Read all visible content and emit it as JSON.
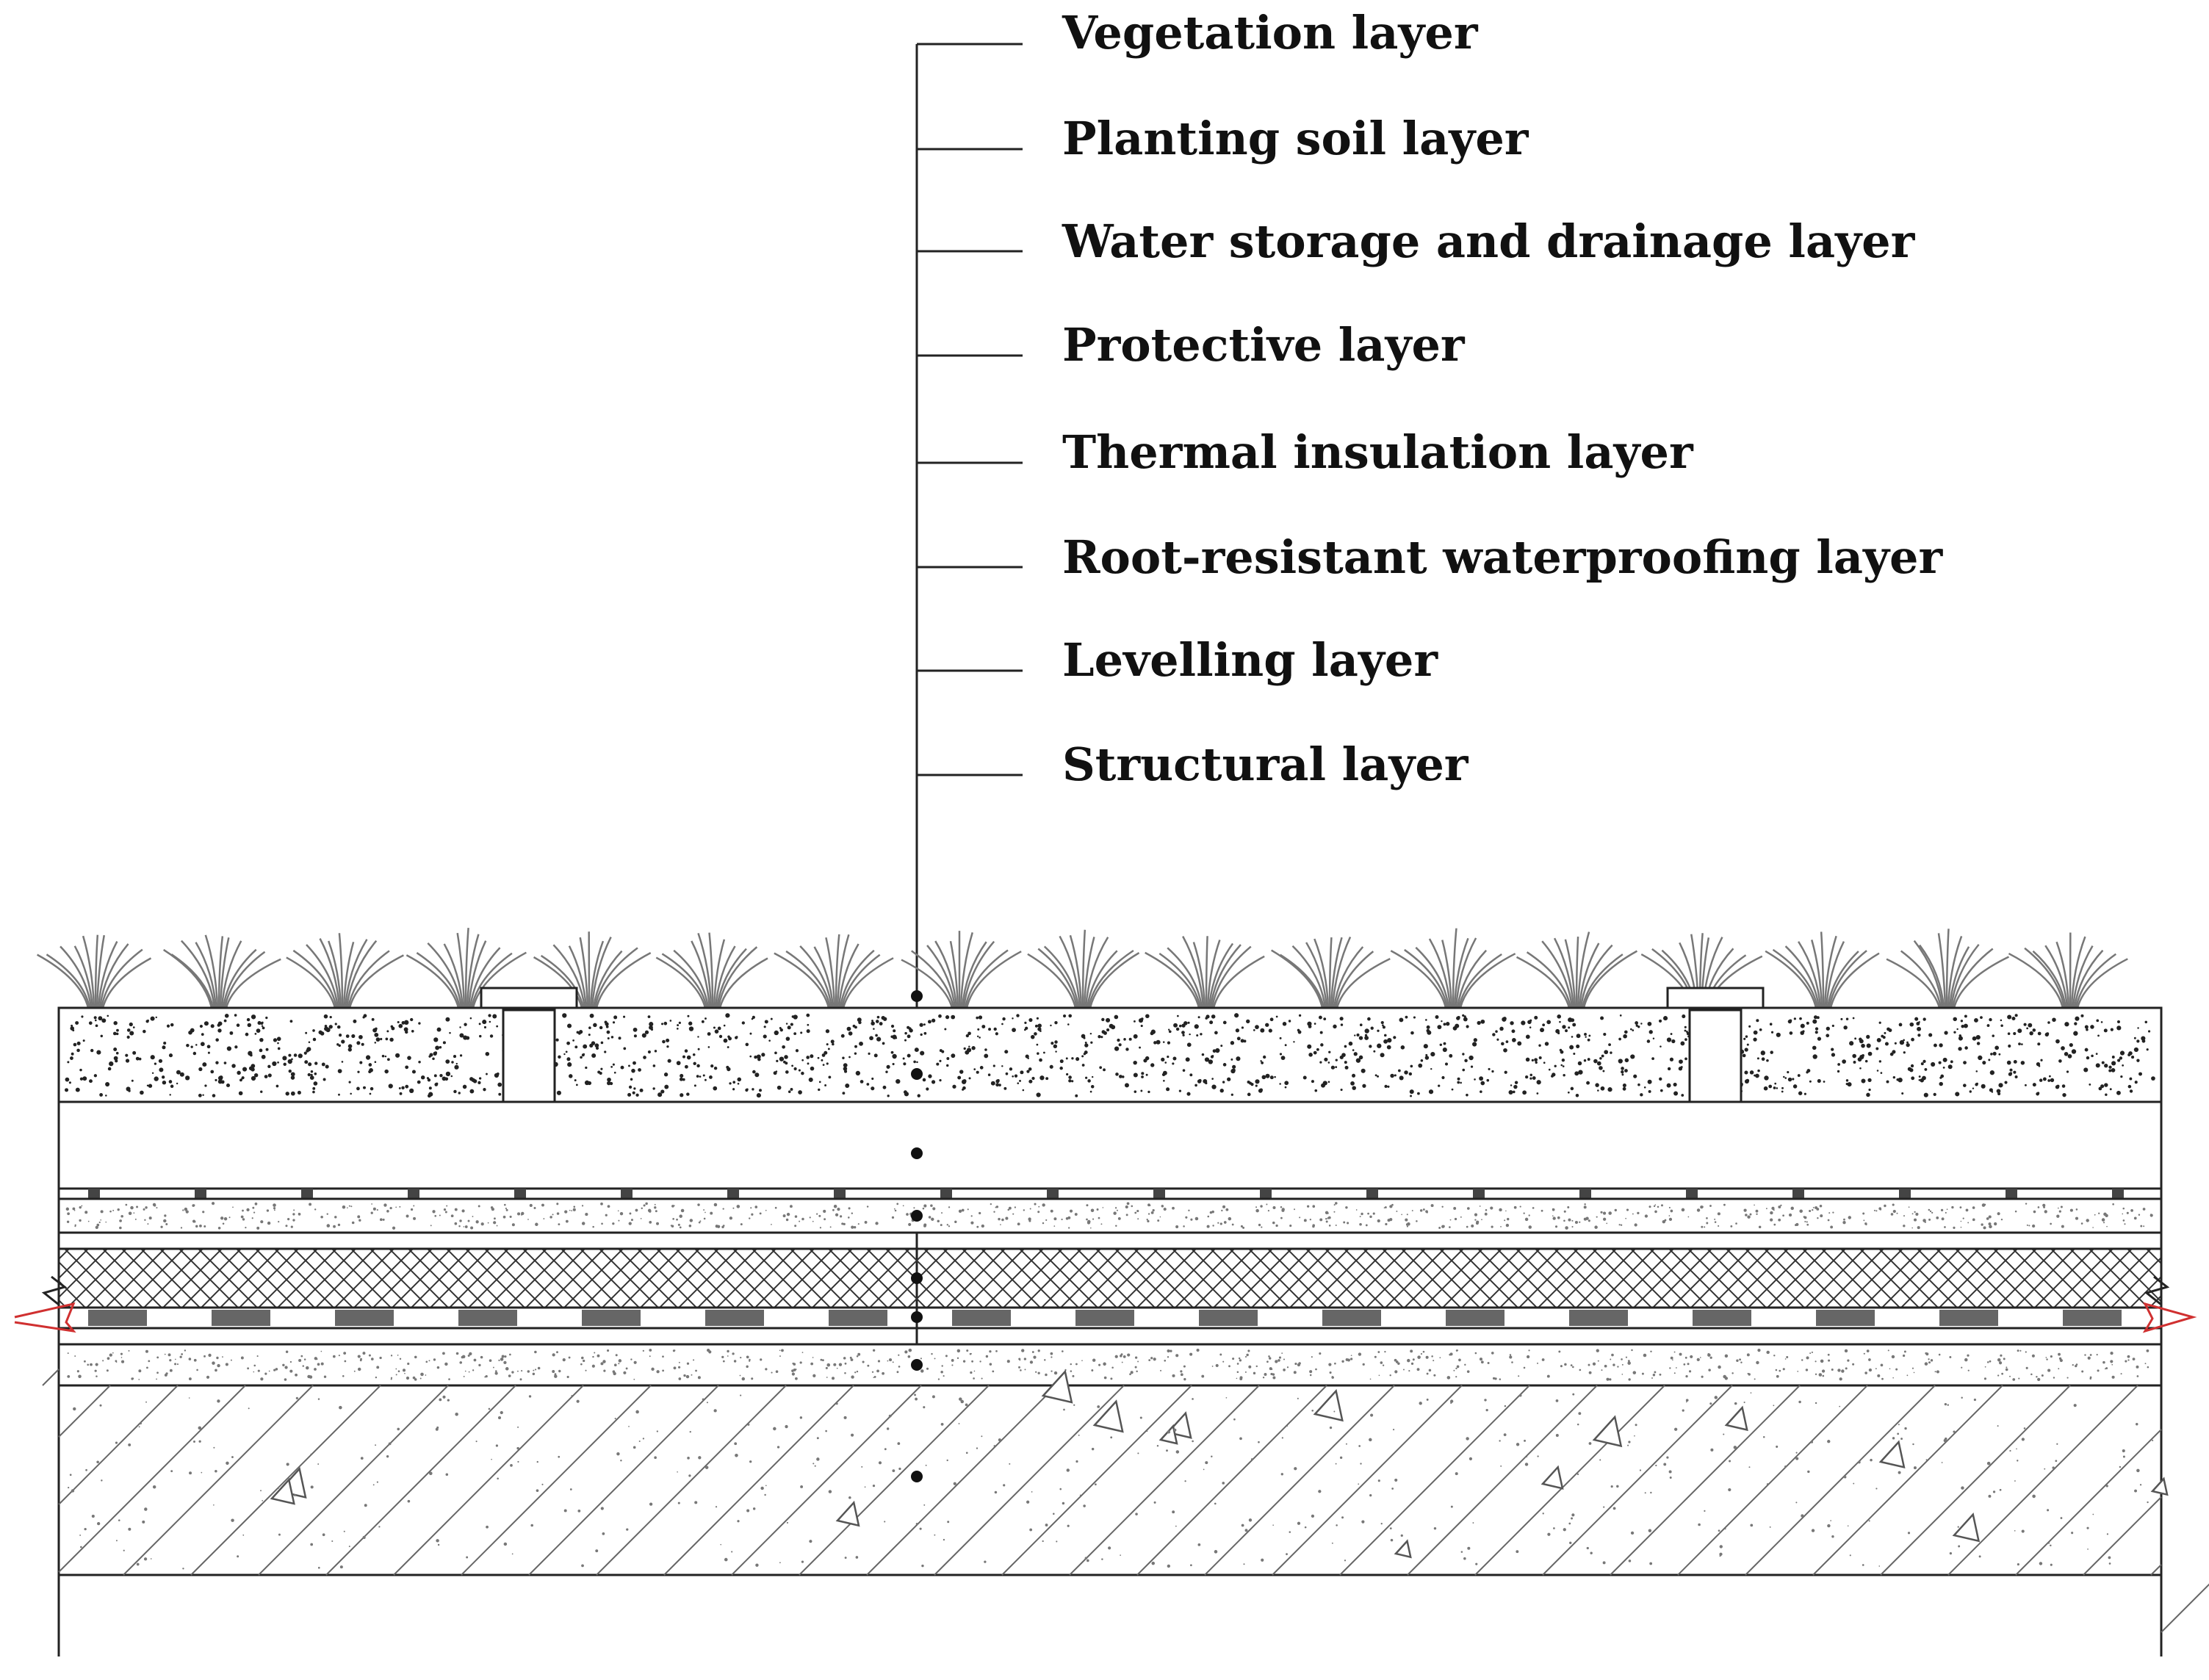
{
  "layers": [
    {
      "id": "vegetation",
      "label": "Vegetation layer"
    },
    {
      "id": "planting-soil",
      "label": "Planting soil layer"
    },
    {
      "id": "water-storage-drainage",
      "label": "Water storage and drainage layer"
    },
    {
      "id": "protective",
      "label": "Protective layer"
    },
    {
      "id": "thermal-insulation",
      "label": "Thermal insulation layer"
    },
    {
      "id": "root-resistant-waterproofing",
      "label": "Root-resistant waterproofing layer"
    },
    {
      "id": "levelling",
      "label": "Levelling layer"
    },
    {
      "id": "structural",
      "label": "Structural layer"
    }
  ],
  "colors": {
    "line": "#222222",
    "hatch": "#555555",
    "membrane": "#666666",
    "break_mark": "#d03030"
  }
}
